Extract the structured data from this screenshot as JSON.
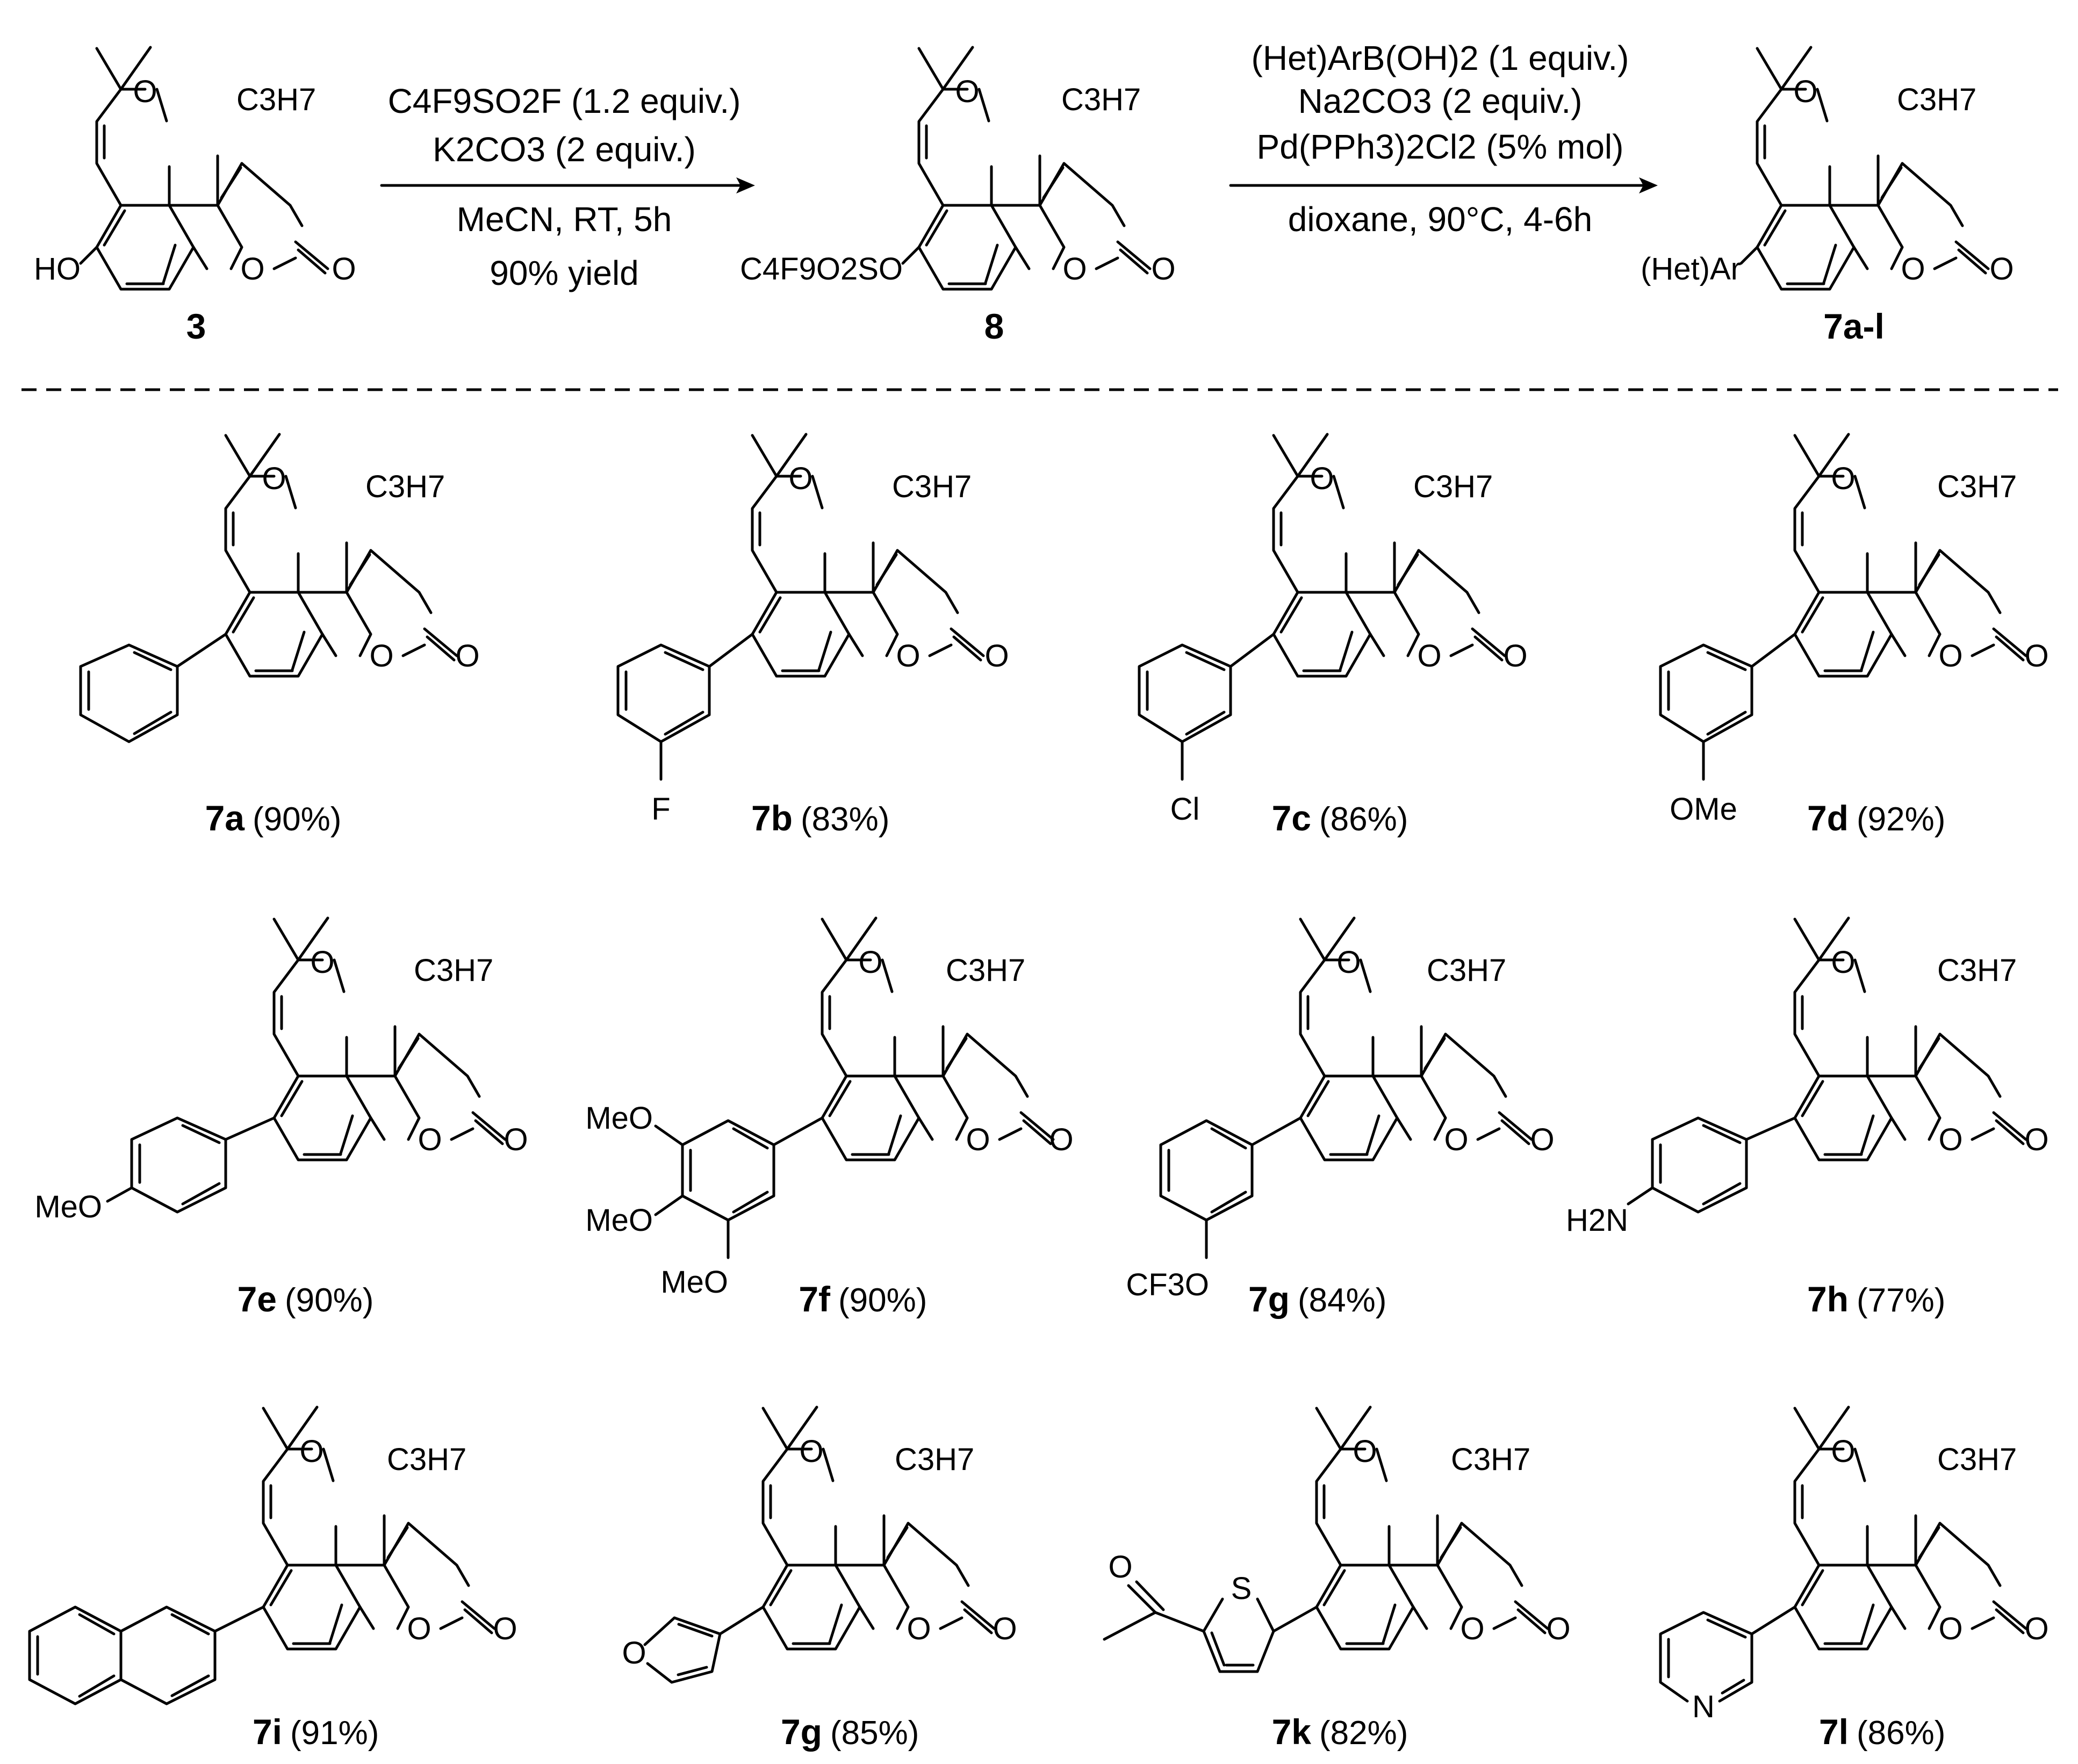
{
  "reaction": {
    "start_label": "3",
    "intermediate_label": "8",
    "product_label": "7a-l",
    "step1": {
      "line1": "C4F9SO2F (1.2 equiv.)",
      "line2": "K2CO3 (2 equiv.)",
      "line3": "MeCN, RT, 5h",
      "line4": "90% yield"
    },
    "step2": {
      "line1": "(Het)ArB(OH)2 (1 equiv.)",
      "line2": "Na2CO3 (2 equiv.)",
      "line3": "Pd(PPh3)2Cl2 (5% mol)",
      "line4": "dioxane, 90°C, 4-6h"
    },
    "substituents": {
      "start": "HO",
      "intermediate": "C4F9O2SO",
      "product": "(Het)Ar"
    }
  },
  "common_atoms": {
    "ring_o": "O",
    "lactone_o": "O",
    "carbonyl_o": "O",
    "propyl": "C3H7"
  },
  "compounds": [
    {
      "id": "7a",
      "yield": "(90%)",
      "aryl": "phenyl"
    },
    {
      "id": "7b",
      "yield": "(83%)",
      "aryl": "3-fluorophenyl",
      "subst": "F"
    },
    {
      "id": "7c",
      "yield": "(86%)",
      "aryl": "3-chlorophenyl",
      "subst": "Cl"
    },
    {
      "id": "7d",
      "yield": "(92%)",
      "aryl": "3-methoxyphenyl",
      "subst": "OMe"
    },
    {
      "id": "7e",
      "yield": "(90%)",
      "aryl": "4-methoxyphenyl",
      "subst": "MeO"
    },
    {
      "id": "7f",
      "yield": "(90%)",
      "aryl": "3,4,5-trimethoxyphenyl",
      "subst": "MeO"
    },
    {
      "id": "7g",
      "yield": "(84%)",
      "aryl": "3-trifluoromethoxyphenyl",
      "subst": "CF3O"
    },
    {
      "id": "7h",
      "yield": "(77%)",
      "aryl": "4-aminophenyl",
      "subst": "H2N"
    },
    {
      "id": "7i",
      "yield": "(91%)",
      "aryl": "2-naphthyl"
    },
    {
      "id": "7g",
      "yield": "(85%)",
      "aryl": "3-furyl",
      "subst": "O"
    },
    {
      "id": "7k",
      "yield": "(82%)",
      "aryl": "5-acetyl-2-thienyl",
      "subst": "S",
      "subst2": "O"
    },
    {
      "id": "7l",
      "yield": "(86%)",
      "aryl": "3-pyridyl",
      "subst": "N"
    }
  ]
}
